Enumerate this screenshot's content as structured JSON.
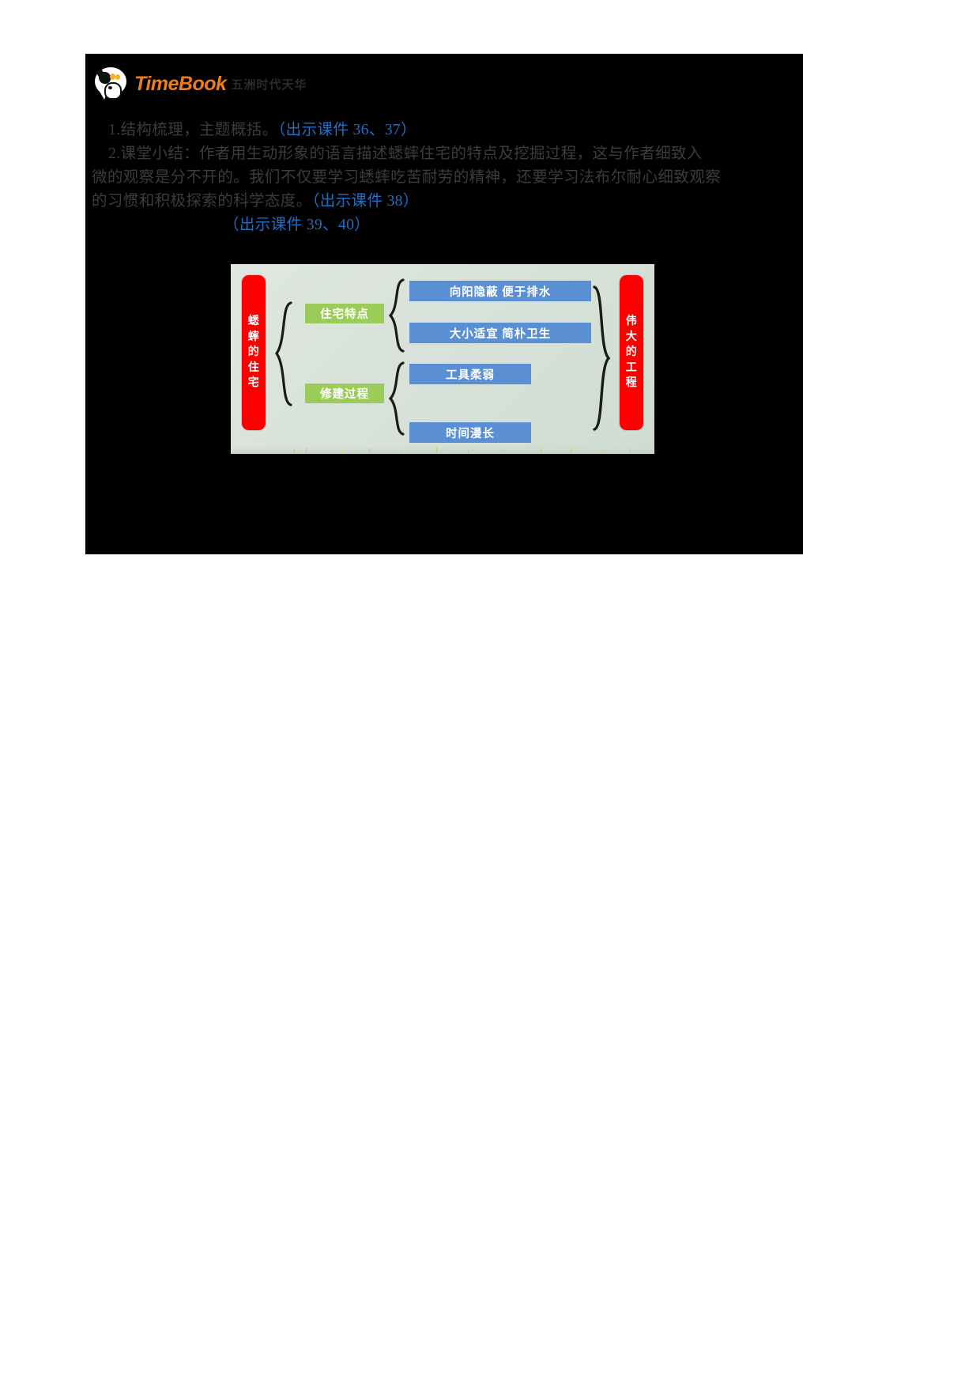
{
  "logo": {
    "mark": "dog-speech-bubble-logo",
    "brand": "TimeBook",
    "subtitle": "五洲时代天华"
  },
  "lesson_text": {
    "line1_main": "    1.结构梳理，主题概括。",
    "line1_blue": "（出示课件 36、37）",
    "line2": "    2.课堂小结：作者用生动形象的语言描述蟋蟀住宅的特点及挖掘过程，这与作者细致入",
    "line3": "微的观察是分不开的。我们不仅要学习蟋蟀吃苦耐劳的精神，还要学习法布尔耐心细致观察",
    "line4_main": "的习惯和积极探索的科学态度。",
    "line4_blue": "（出示课件 38）",
    "line5_blue": "（出示课件 39、40）"
  },
  "diagram": {
    "title_left": [
      "蟋",
      "蟀",
      "的",
      "住",
      "宅"
    ],
    "title_right": [
      "伟",
      "大",
      "的",
      "工",
      "程"
    ],
    "categories": [
      {
        "label": "住宅特点",
        "details": [
          "向阳隐蔽   便于排水",
          "大小适宜   简朴卫生"
        ]
      },
      {
        "label": "修建过程",
        "details": [
          "工具柔弱",
          "时间漫长"
        ]
      }
    ],
    "colors": {
      "root": "#fc0000",
      "category": "#9bcc5a",
      "detail": "#5b8fd4",
      "panel": "#dfe7df",
      "brace": "#1a1a1a"
    }
  }
}
